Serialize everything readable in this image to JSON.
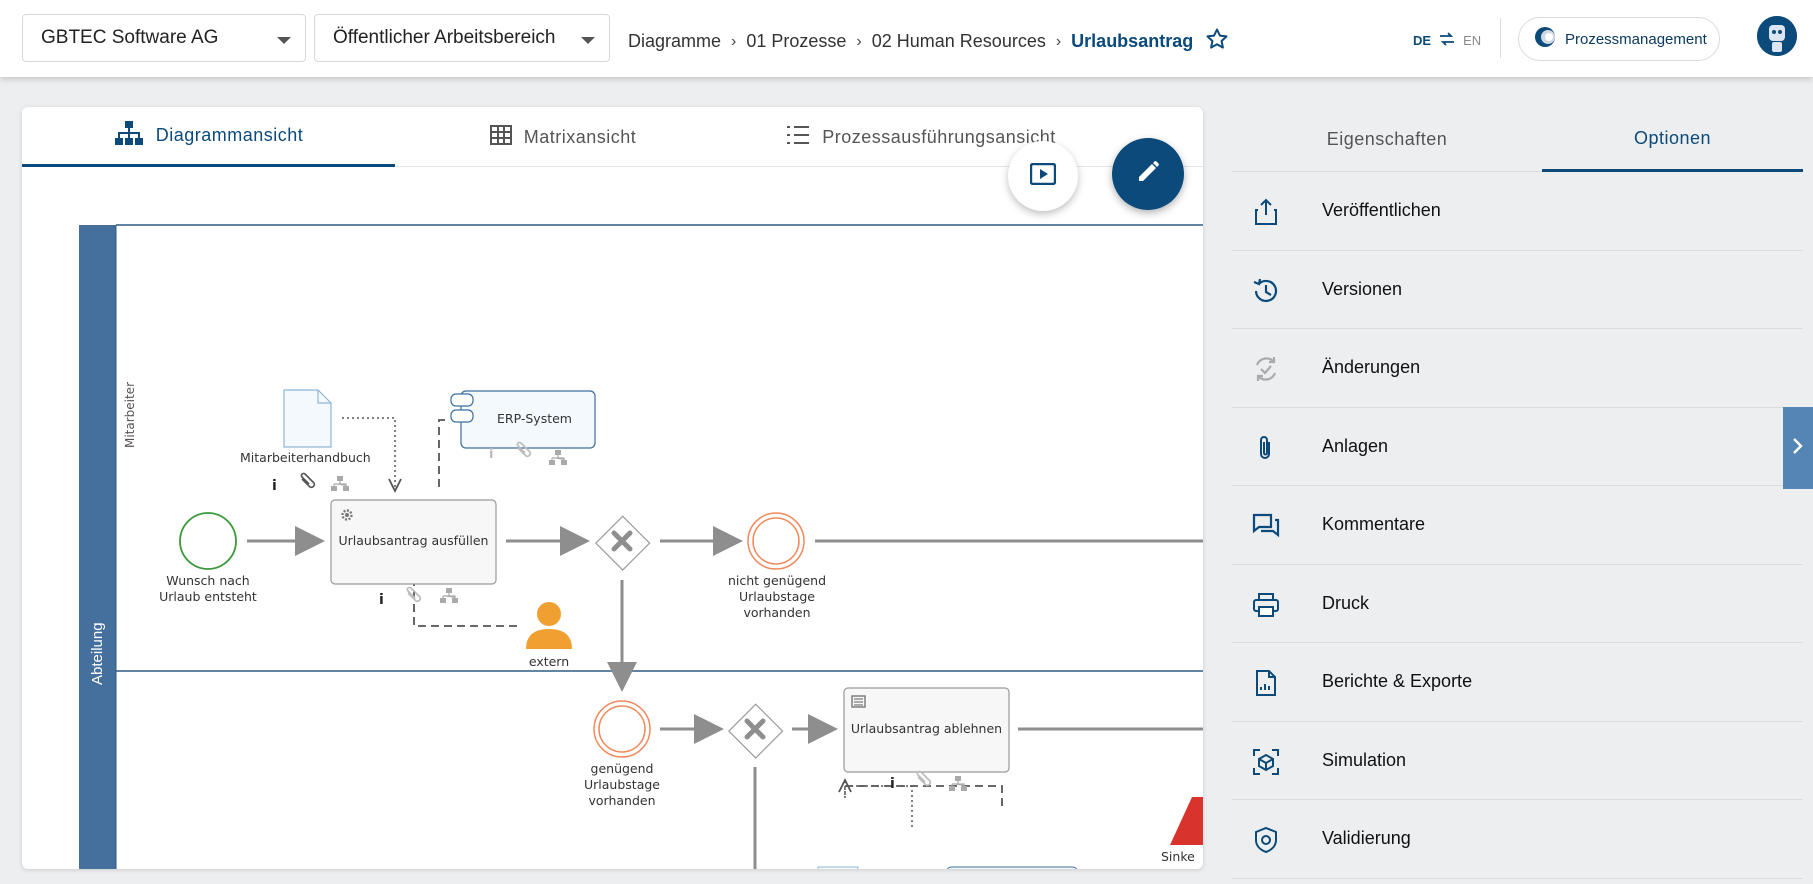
{
  "header": {
    "org_select": "GBTEC Software AG",
    "workspace_select": "Öffentlicher Arbeitsbereich",
    "breadcrumb": [
      "Diagramme",
      "01 Prozesse",
      "02 Human Resources"
    ],
    "breadcrumb_current": "Urlaubsantrag",
    "lang_active": "DE",
    "lang_other": "EN",
    "module_button": "Prozessmanagement"
  },
  "view_tabs": {
    "diagram": "Diagrammansicht",
    "matrix": "Matrixansicht",
    "execution": "Prozessausführungsansicht"
  },
  "diagram": {
    "pool_label": "Abteilung",
    "lane_label": "Mitarbeiter",
    "start_event": [
      "Wunsch nach",
      "Urlaub entsteht"
    ],
    "task_fill": "Urlaubsantrag ausfüllen",
    "document": "Mitarbeiterhandbuch",
    "system": "ERP-System",
    "end_not_enough": [
      "nicht genügend",
      "Urlaubstage vorhanden"
    ],
    "role": "extern",
    "event_enough": [
      "genügend",
      "Urlaubstage",
      "vorhanden"
    ],
    "task_reject": "Urlaubsantrag ablehnen",
    "partial_label": "Sinke"
  },
  "side_tabs": {
    "properties": "Eigenschaften",
    "options": "Optionen"
  },
  "options": [
    {
      "label": "Veröffentlichen",
      "icon": "share-icon"
    },
    {
      "label": "Versionen",
      "icon": "history-icon"
    },
    {
      "label": "Änderungen",
      "icon": "changes-icon"
    },
    {
      "label": "Anlagen",
      "icon": "paperclip-icon"
    },
    {
      "label": "Kommentare",
      "icon": "comments-icon"
    },
    {
      "label": "Druck",
      "icon": "printer-icon"
    },
    {
      "label": "Berichte & Exporte",
      "icon": "report-icon"
    },
    {
      "label": "Simulation",
      "icon": "simulation-icon"
    },
    {
      "label": "Validierung",
      "icon": "validation-icon"
    }
  ],
  "colors": {
    "primary": "#0b4a7a",
    "pool_band": "#45709e",
    "start_event": "#3a9a3a",
    "end_event": "#f08a5d",
    "role": "#f0a030"
  }
}
